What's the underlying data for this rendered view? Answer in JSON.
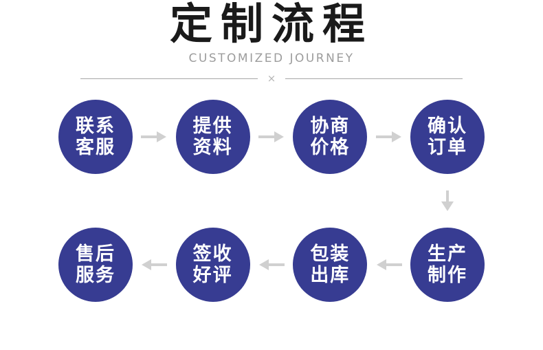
{
  "header": {
    "title": "定制流程",
    "subtitle": "CUSTOMIZED JOURNEY",
    "divider_mark": "×"
  },
  "colors": {
    "title-color": "#1a1a1a",
    "subtitle-color": "#9c9c9c",
    "divider-color": "#a6a6a6",
    "divider-mark-color": "#b5b5b5",
    "circle-color": "#373c92",
    "arrow-color": "#d0d0d0"
  },
  "flow": {
    "row1": [
      {
        "line1": "联系",
        "line2": "客服"
      },
      {
        "line1": "提供",
        "line2": "资料"
      },
      {
        "line1": "协商",
        "line2": "价格"
      },
      {
        "line1": "确认",
        "line2": "订单"
      }
    ],
    "row2": [
      {
        "line1": "售后",
        "line2": "服务"
      },
      {
        "line1": "签收",
        "line2": "好评"
      },
      {
        "line1": "包装",
        "line2": "出库"
      },
      {
        "line1": "生产",
        "line2": "制作"
      }
    ]
  }
}
